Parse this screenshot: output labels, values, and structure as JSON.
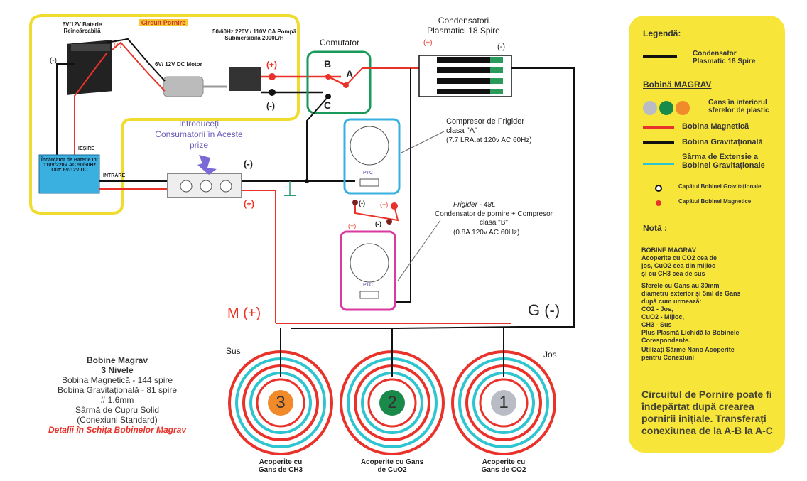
{
  "startup_circuit": {
    "title": "Circuit Pornire",
    "battery_label": "6V/12V Baterie Reîncărcabilă",
    "motor_label": "6V/ 12V DC Motor",
    "pump_label": "50/60Hz 220V / 110V CA Pompă Submersibilă 2000L/H",
    "plus": "(+)",
    "minus": "(-)"
  },
  "charger": {
    "label": "Încărcător de Baterie In: 110V/220V AC 50/60Hz Out: 6V/12V DC",
    "output_label": "IEȘIRE",
    "input_label": "INTRARE"
  },
  "outlets": {
    "label": "Introduceți Consumatorii în Aceste prize",
    "minus": "(-)",
    "plus": "(+)"
  },
  "switch": {
    "title": "Comutator",
    "a": "A",
    "b": "B",
    "c": "C"
  },
  "condensers": {
    "title": "Condensatori Plasmatici 18 Spire",
    "plus": "(+)",
    "minus": "(-)"
  },
  "compressor_a": {
    "label": "Compresor de Frigider clasa \"A\"",
    "spec": "(7.7 LRA.at 120v AC 60Hz)",
    "ptc": "PTC"
  },
  "compressor_b": {
    "title": "Frigider - 48L",
    "label": "Condensator de pornire + Compresor clasa \"B\"",
    "spec": "(0.8A 120v AC 60Hz)",
    "ptc": "PTC"
  },
  "terminals": {
    "m": "M (+)",
    "g": "G (-)",
    "plus": "(+)",
    "minus": "(-)"
  },
  "coils": [
    {
      "number": "3",
      "color": "#f08a2a",
      "label": "Acoperite cu Gans de CH3",
      "position": "Sus"
    },
    {
      "number": "2",
      "color": "#1a8a4a",
      "label": "Acoperite cu Gans de CuO2",
      "position": ""
    },
    {
      "number": "1",
      "color": "#b9bcc4",
      "label": "Acoperite cu Gans de CO2",
      "position": "Jos"
    }
  ],
  "info": {
    "lines": [
      "Bobine Magrav",
      "3 Nivele",
      "Bobina Magnetică - 144 spire",
      "Bobina Gravitațională - 81 spire",
      "# 1,6mm",
      "Sârmă de Cupru Solid",
      "(Conexiuni Standard)"
    ],
    "detail": "Detalii în Schița Bobinelor Magrav"
  },
  "legend": {
    "title": "Legendă:",
    "condenser": "Condensator Plasmatic 18 Spire",
    "coil_title": "Bobină MAGRAV",
    "gans": "Gans în interiorul sferelor de plastic",
    "magnetic": "Bobina Magnetică",
    "gravitational": "Bobina Gravitațională",
    "extension": "Sârma de Extensie a Bobinei Gravitaționale",
    "grav_end": "Capătul Bobinei Gravitaționale",
    "mag_end": "Capătul Bobinei Magnetice",
    "note_title": "Notă :",
    "note1": "BOBINE MAGRAV\nAcoperite cu CO2 cea de\njos, CuO2 cea din mijloc\nși cu CH3 cea de sus",
    "note2": "Sferele cu Gans au 30mm\ndiametru exterior și 5ml de Gans\ndupă cum urmează:\nCO2 - Jos,\nCuO2 - Mijloc,\nCH3 - Sus\nPlus Plasmă Lichidă la Bobinele\nCorespondente.",
    "note3": "Utilizați Sârme Nano Acoperite\npentru Conexiuni",
    "final": "Circuitul de Pornire poate fi\nîndepărtat după crearea\npornirii inițiale. Transferați\nconexiunea de la A-B la A-C",
    "colors": {
      "magnetic": "#e8322a",
      "gravitational": "#111111",
      "extension": "#2ec4d0"
    }
  }
}
